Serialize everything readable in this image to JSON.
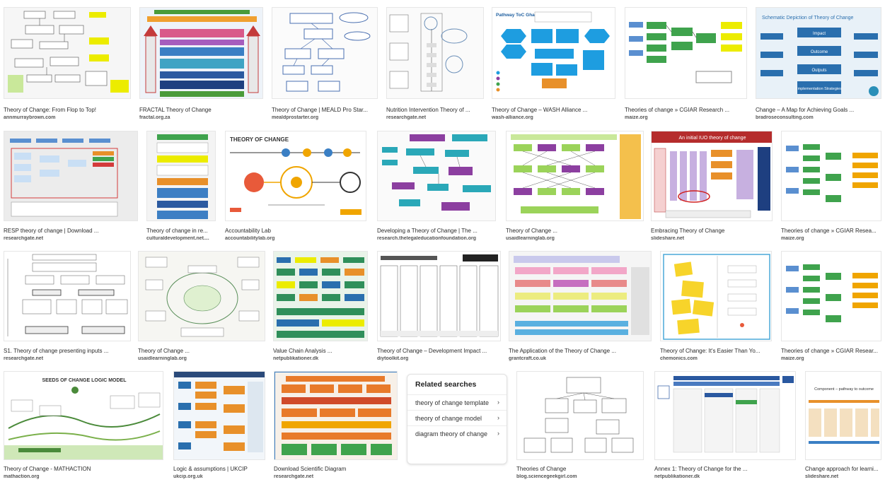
{
  "results": [
    {
      "title": "Theory of Change: From Flop to Top!",
      "source": "annmurraybrown.com",
      "accent": "#e8e400"
    },
    {
      "title": "FRACTAL Theory of Change",
      "source": "fractal.org.za",
      "accent": "#3a6fb0"
    },
    {
      "title": "Theory of Change | MEALD Pro Star...",
      "source": "mealdprostarter.org",
      "accent": "#3b5ea8"
    },
    {
      "title": "Nutrition Intervention Theory of ...",
      "source": "researchgate.net",
      "accent": "#6b8fb8"
    },
    {
      "title": "Theory of Change – WASH Alliance ...",
      "source": "wash-alliance.org",
      "accent": "#1e9de0"
    },
    {
      "title": "Theories of change » CGIAR Research ...",
      "source": "maize.org",
      "accent": "#3fa34d"
    },
    {
      "title": "Change – A Map for Achieving Goals ...",
      "source": "bradroseconsulting.com",
      "accent": "#2a6fae"
    },
    {
      "title": "RESP theory of change | Download ...",
      "source": "researchgate.net",
      "accent": "#d33b3b"
    },
    {
      "title": "Theory of change in re...",
      "source": "culturaldevelopment.net....",
      "accent": "#3d7fc4"
    },
    {
      "title": "Accountability Lab",
      "source": "accountabilitylab.org",
      "accent": "#f0a500"
    },
    {
      "title": "Developing a Theory of Change | The ...",
      "source": "research.thelegaleducationfoundation.org",
      "accent": "#2aa8b8"
    },
    {
      "title": "Theory of Change ...",
      "source": "usaidlearninglab.org",
      "accent": "#8c3fa0"
    },
    {
      "title": "Embracing Theory of Change",
      "source": "slideshare.net",
      "accent": "#b52c2c"
    },
    {
      "title": "Theories of change » CGIAR Resea...",
      "source": "maize.org",
      "accent": "#3fa34d"
    },
    {
      "title": "S1. Theory of change presenting inputs ...",
      "source": "researchgate.net",
      "accent": "#777777"
    },
    {
      "title": "Theory of Change ...",
      "source": "usaidlearninglab.org",
      "accent": "#5a8f5a"
    },
    {
      "title": "Value Chain Analysis ...",
      "source": "netpublikationer.dk",
      "accent": "#2f8f5a"
    },
    {
      "title": "Theory of Change – Development Impact ...",
      "source": "diytoolkit.org",
      "accent": "#555555"
    },
    {
      "title": "The Application of the Theory of Change ...",
      "source": "grantcraft.co.uk",
      "accent": "#c66fc0"
    },
    {
      "title": "Theory of Change: It's Easier Than Yo...",
      "source": "chemonics.com",
      "accent": "#f7d42a"
    },
    {
      "title": "Theories of change » CGIAR Resear...",
      "source": "maize.org",
      "accent": "#3fa34d"
    },
    {
      "title": "Theory of Change - MATHACTION",
      "source": "mathaction.org",
      "accent": "#4a8a3a"
    },
    {
      "title": "Logic & assumptions | UKCIP",
      "source": "ukcip.org.uk",
      "accent": "#e8902a"
    },
    {
      "title": "Download Scientific Diagram",
      "source": "researchgate.net",
      "accent": "#e87a2a"
    },
    {
      "title": "Theories of Change",
      "source": "blog.sciencegeekgirl.com",
      "accent": "#888888"
    },
    {
      "title": "Annex 1: Theory of Change for the ...",
      "source": "netpublikationer.dk",
      "accent": "#2a58a0"
    },
    {
      "title": "Change approach for learni...",
      "source": "slideshare.net",
      "accent": "#e87a2a"
    }
  ],
  "thumb_texts": {
    "wash": "Pathway ToC Ghana model",
    "schematic": "Schematic Depiction of Theory of Change",
    "schematic_boxes": [
      "Impact",
      "Outcome",
      "Outputs",
      "Implementation Strategies"
    ],
    "accountability": "THEORY OF CHANGE",
    "uji": "An initial IUO theory of change",
    "seeds": "SEEDS OF CHANGE LOGIC MODEL",
    "component": "Component – pathway to outcome"
  },
  "related": {
    "title": "Related searches",
    "items": [
      "theory of change template",
      "theory of change model",
      "diagram theory of change"
    ]
  }
}
